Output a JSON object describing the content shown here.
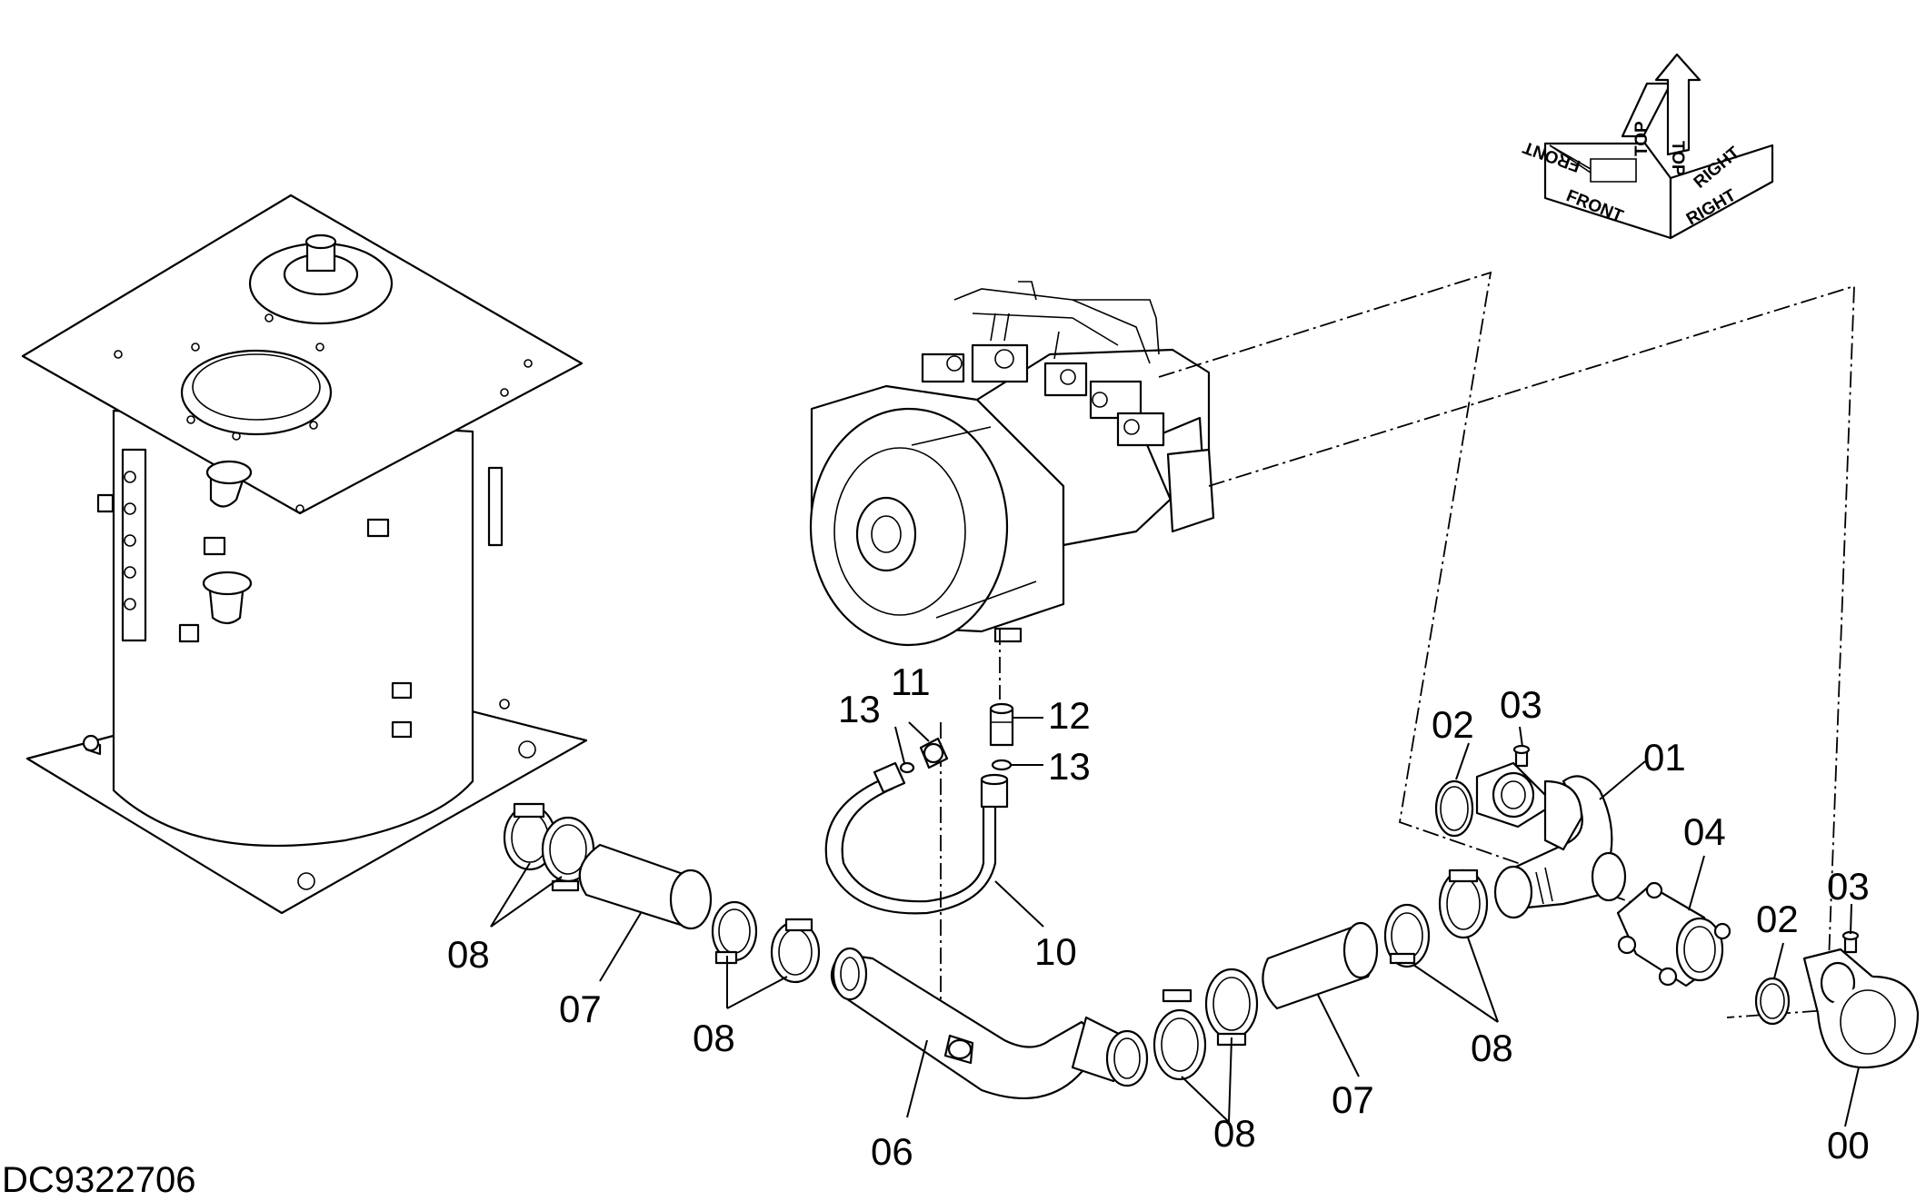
{
  "diagram": {
    "document_code": "DC9322706",
    "orientation": {
      "front": "FRONT",
      "top": "TOP",
      "right": "RIGHT"
    },
    "callouts": [
      {
        "id": "c00",
        "text": "00"
      },
      {
        "id": "c01",
        "text": "01"
      },
      {
        "id": "c02a",
        "text": "02"
      },
      {
        "id": "c02b",
        "text": "02"
      },
      {
        "id": "c03a",
        "text": "03"
      },
      {
        "id": "c03b",
        "text": "03"
      },
      {
        "id": "c04",
        "text": "04"
      },
      {
        "id": "c06",
        "text": "06"
      },
      {
        "id": "c07a",
        "text": "07"
      },
      {
        "id": "c07b",
        "text": "07"
      },
      {
        "id": "c08a",
        "text": "08"
      },
      {
        "id": "c08b",
        "text": "08"
      },
      {
        "id": "c08c",
        "text": "08"
      },
      {
        "id": "c08d",
        "text": "08"
      },
      {
        "id": "c10",
        "text": "10"
      },
      {
        "id": "c11",
        "text": "11"
      },
      {
        "id": "c12",
        "text": "12"
      },
      {
        "id": "c13a",
        "text": "13"
      },
      {
        "id": "c13b",
        "text": "13"
      }
    ]
  }
}
